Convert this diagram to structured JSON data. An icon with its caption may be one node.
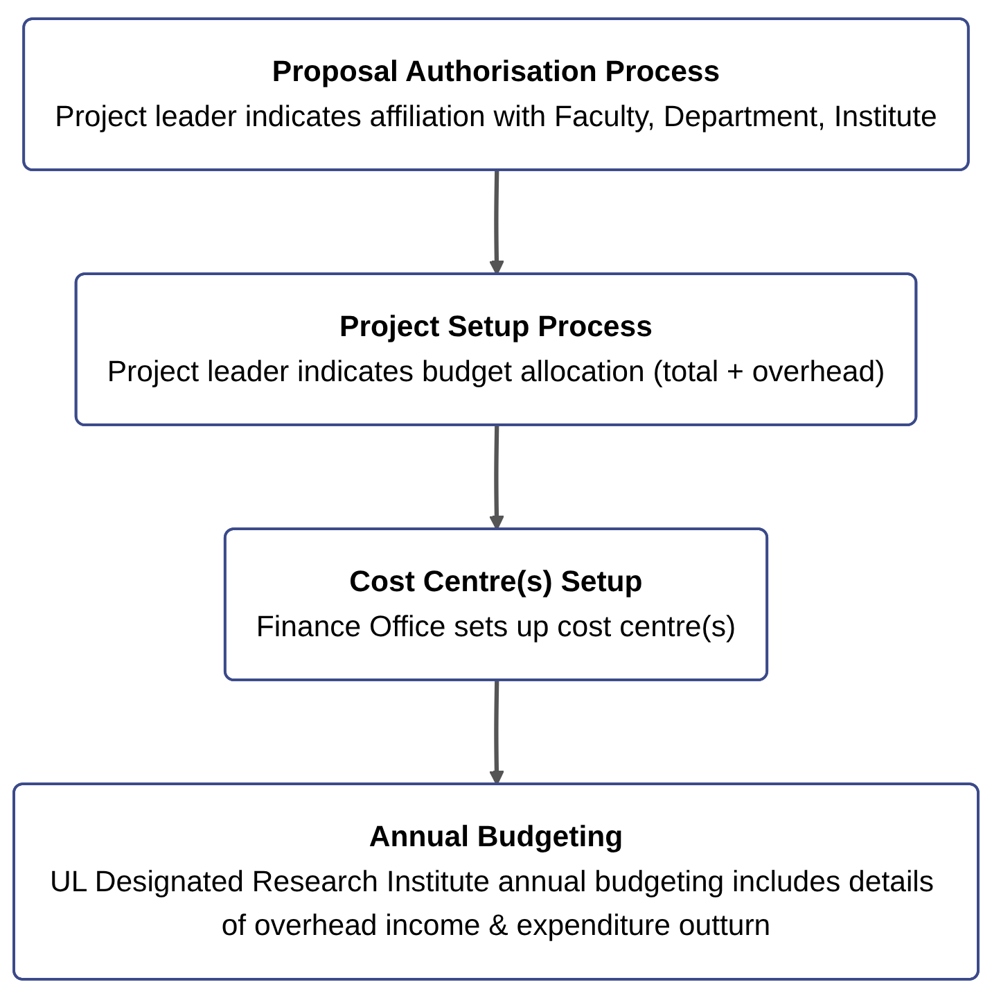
{
  "diagram": {
    "nodes": [
      {
        "text": [
          "Proposal Authorisation Process",
          "Project leader indicates affiliation with Faculty, Department, Institute"
        ]
      },
      {
        "text": [
          "Project Setup Process",
          "Project leader indicates budget allocation (total + overhead)"
        ]
      },
      {
        "text": [
          "Cost Centre(s) Setup",
          "Finance Office sets up cost centre(s)"
        ]
      },
      {
        "text": [
          "Annual Budgeting",
          "UL Designated Research Institute annual budgeting includes details of overhead income & expenditure outturn"
        ]
      }
    ],
    "edges": [
      {
        "from": 0,
        "to": 1,
        "arrow": "to"
      },
      {
        "from": 1,
        "to": 2,
        "arrow": "to"
      },
      {
        "from": 2,
        "to": 3,
        "arrow": "to"
      }
    ]
  }
}
